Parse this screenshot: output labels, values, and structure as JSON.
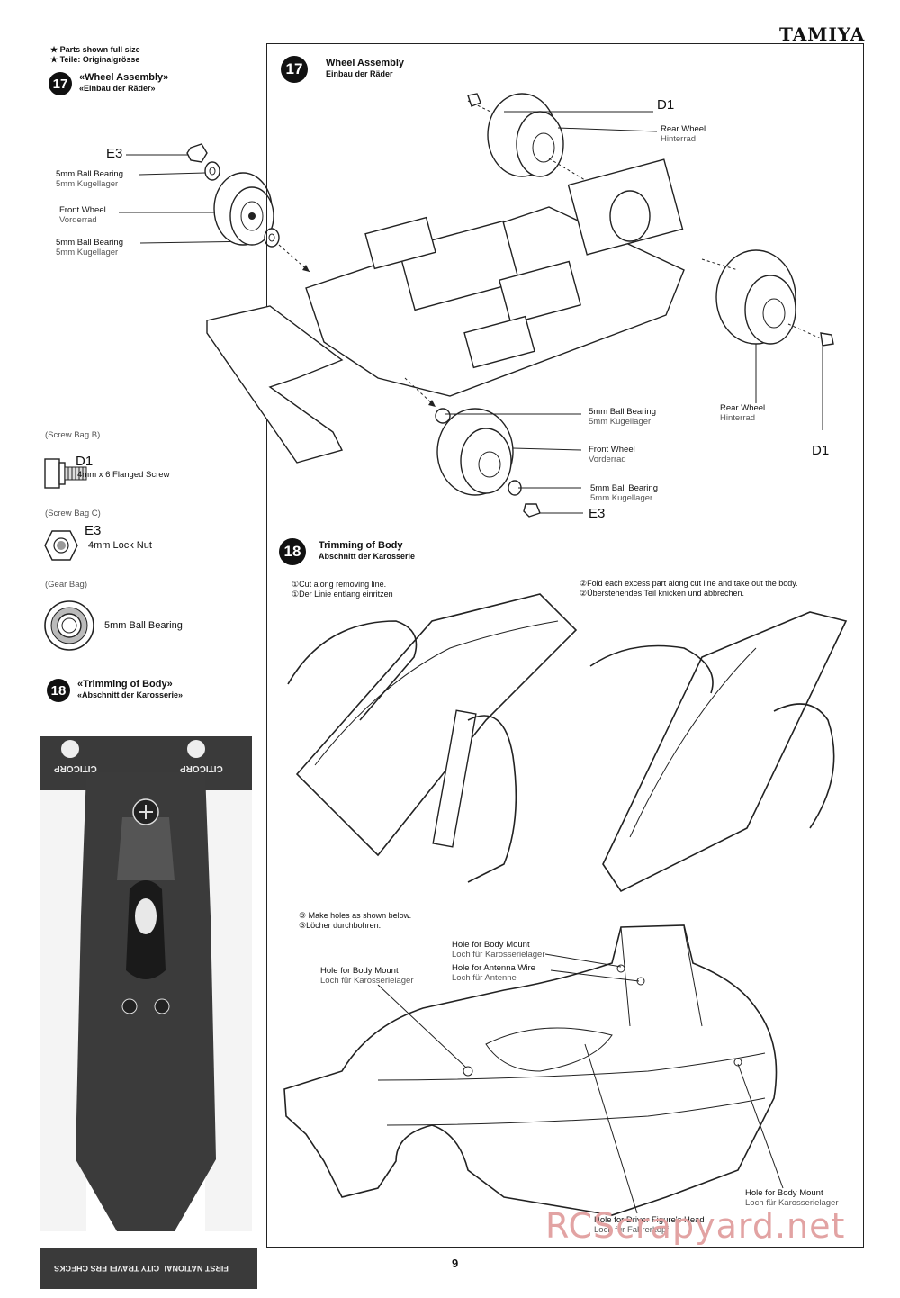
{
  "header": {
    "brand": "TAMIYA"
  },
  "left_notes": {
    "line1": "★ Parts shown full size",
    "line2": "★ Teile: Originalgrösse"
  },
  "left_step17": {
    "number": "17",
    "title_en": "«Wheel Assembly»",
    "title_de": "«Einbau der Räder»"
  },
  "left_parts_labels": {
    "e3": "E3",
    "bearing1_en": "5mm Ball Bearing",
    "bearing1_de": "5mm Kugellager",
    "front_en": "Front Wheel",
    "front_de": "Vorderrad",
    "bearing2_en": "5mm Ball Bearing",
    "bearing2_de": "5mm Kugellager"
  },
  "parts_bags": [
    {
      "bag": "(Screw Bag B)",
      "code": "D1",
      "desc": "4mm x 6 Flanged Screw"
    },
    {
      "bag": "(Screw Bag C)",
      "code": "E3",
      "desc": "4mm Lock Nut"
    },
    {
      "bag": "(Gear Bag)",
      "code": "",
      "desc": "5mm Ball Bearing"
    }
  ],
  "left_step18": {
    "number": "18",
    "title_en": "«Trimming of Body»",
    "title_de": "«Abschnitt der Karosserie»"
  },
  "body_photo": {
    "sponsor_left": "CITICORP",
    "sponsor_right": "CITICORP",
    "wing_text": "FIRST NATIONAL CITY TRAVELERS CHECKS"
  },
  "step17": {
    "number": "17",
    "title_en": "Wheel Assembly",
    "title_de": "Einbau der Räder",
    "labels": {
      "d1_top": "D1",
      "rear_top_en": "Rear Wheel",
      "rear_top_de": "Hinterrad",
      "rear_right_en": "Rear Wheel",
      "rear_right_de": "Hinterrad",
      "d1_right": "D1",
      "bearing_a_en": "5mm Ball Bearing",
      "bearing_a_de": "5mm Kugellager",
      "front_en": "Front Wheel",
      "front_de": "Vorderrad",
      "bearing_b_en": "5mm Ball Bearing",
      "bearing_b_de": "5mm Kugellager",
      "e3": "E3"
    }
  },
  "step18": {
    "number": "18",
    "title_en": "Trimming of Body",
    "title_de": "Abschnitt der Karosserie",
    "instr1_en": "①Cut along removing line.",
    "instr1_de": "①Der Linie entlang einritzen",
    "instr2_en": "②Fold each excess part along cut line and take out the body.",
    "instr2_de": "②Überstehendes Teil knicken und abbrechen.",
    "instr3_en": "③ Make holes as shown below.",
    "instr3_de": "③Löcher durchbohren.",
    "holes": {
      "mount_top_en": "Hole for Body Mount",
      "mount_top_de": "Loch für Karosserielager",
      "antenna_en": "Hole for Antenna Wire",
      "antenna_de": "Loch für Antenne",
      "mount_left_en": "Hole for Body Mount",
      "mount_left_de": "Loch für Karosserielager",
      "mount_right_en": "Hole for Body Mount",
      "mount_right_de": "Loch für Karosserielager",
      "driver_en": "Hole for Driver Figure's Head",
      "driver_de": "Loch für Fahrerkopf"
    }
  },
  "footer": {
    "page_number": "9",
    "watermark": "RCScrapyard.net"
  }
}
